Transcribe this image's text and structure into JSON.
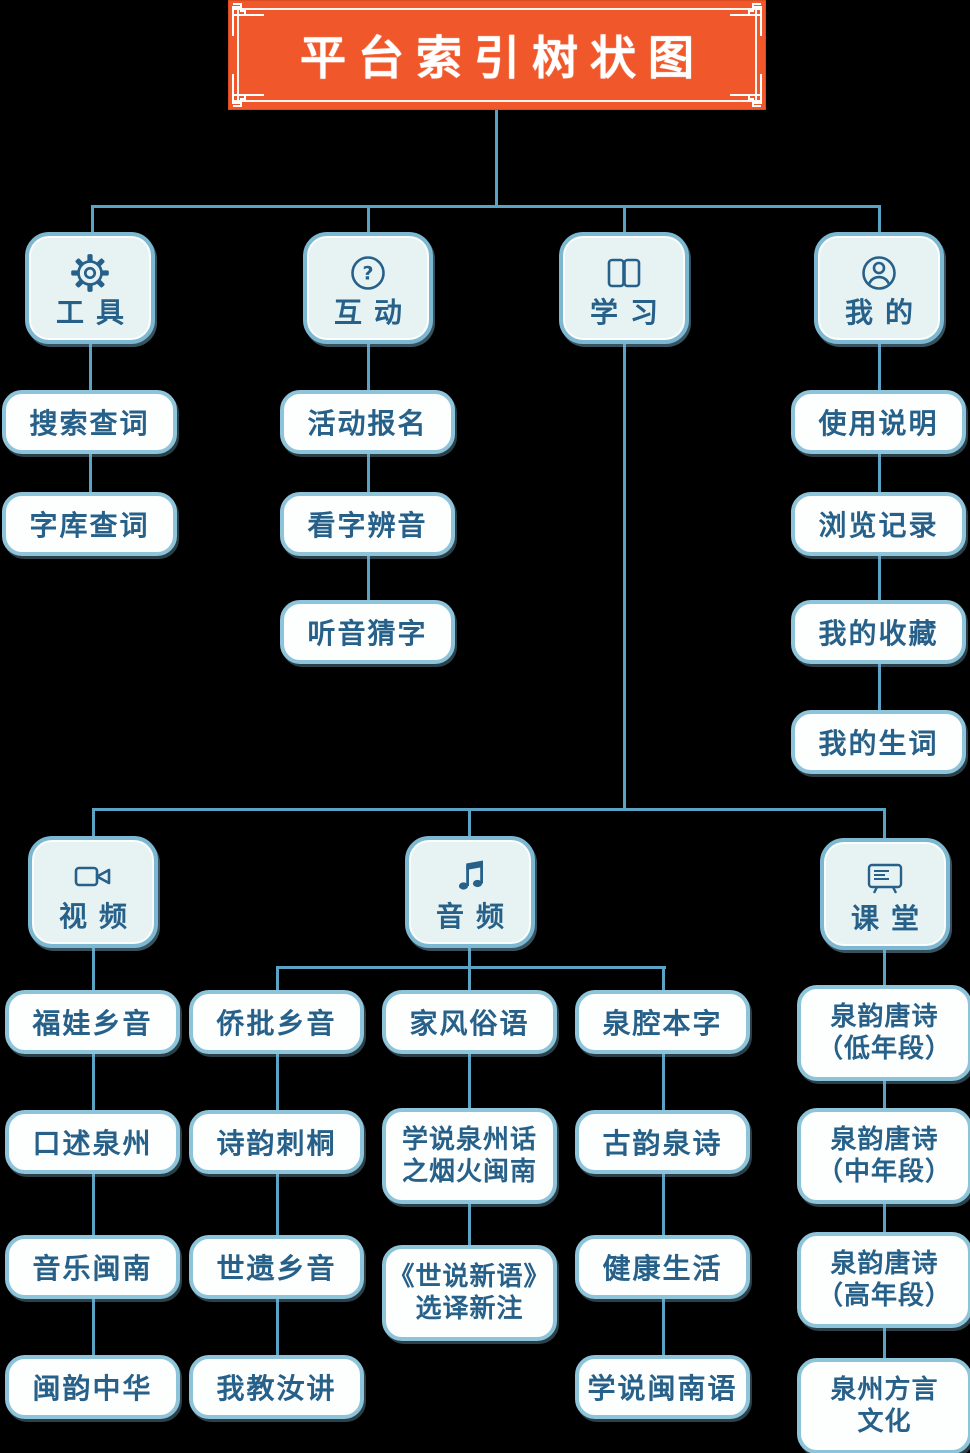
{
  "title": {
    "text": "平台索引树状图"
  },
  "colors": {
    "title_bg": "#f0582b",
    "node_fill": "#e7f3f3",
    "leaf_fill": "#fdfefe",
    "border": "#7cb8d2",
    "text": "#27618a",
    "line": "#5ba3c4",
    "background": "#000000"
  },
  "tier1": [
    {
      "label": "工具",
      "icon": "gear-icon",
      "children": [
        "搜索查词",
        "字库查词"
      ]
    },
    {
      "label": "互动",
      "icon": "question-icon",
      "children": [
        "活动报名",
        "看字辨音",
        "听音猜字"
      ]
    },
    {
      "label": "学习",
      "icon": "book-icon"
    },
    {
      "label": "我的",
      "icon": "user-icon",
      "children": [
        "使用说明",
        "浏览记录",
        "我的收藏",
        "我的生词"
      ]
    }
  ],
  "tier2": [
    {
      "label": "视频",
      "icon": "video-icon",
      "children": [
        "福娃乡音",
        "口述泉州",
        "音乐闽南",
        "闽韵中华"
      ]
    },
    {
      "label": "音频",
      "icon": "music-icon",
      "columns": [
        [
          "侨批乡音",
          "诗韵刺桐",
          "世遗乡音",
          "我教汝讲"
        ],
        [
          "家风俗语",
          "学说泉州话\n之烟火闽南",
          "《世说新语》\n选译新注"
        ],
        [
          "泉腔本字",
          "古韵泉诗",
          "健康生活",
          "学说闽南语"
        ]
      ]
    },
    {
      "label": "课堂",
      "icon": "board-icon",
      "children": [
        "泉韵唐诗\n（低年段）",
        "泉韵唐诗\n（中年段）",
        "泉韵唐诗\n（高年段）",
        "泉州方言\n文化"
      ]
    }
  ]
}
